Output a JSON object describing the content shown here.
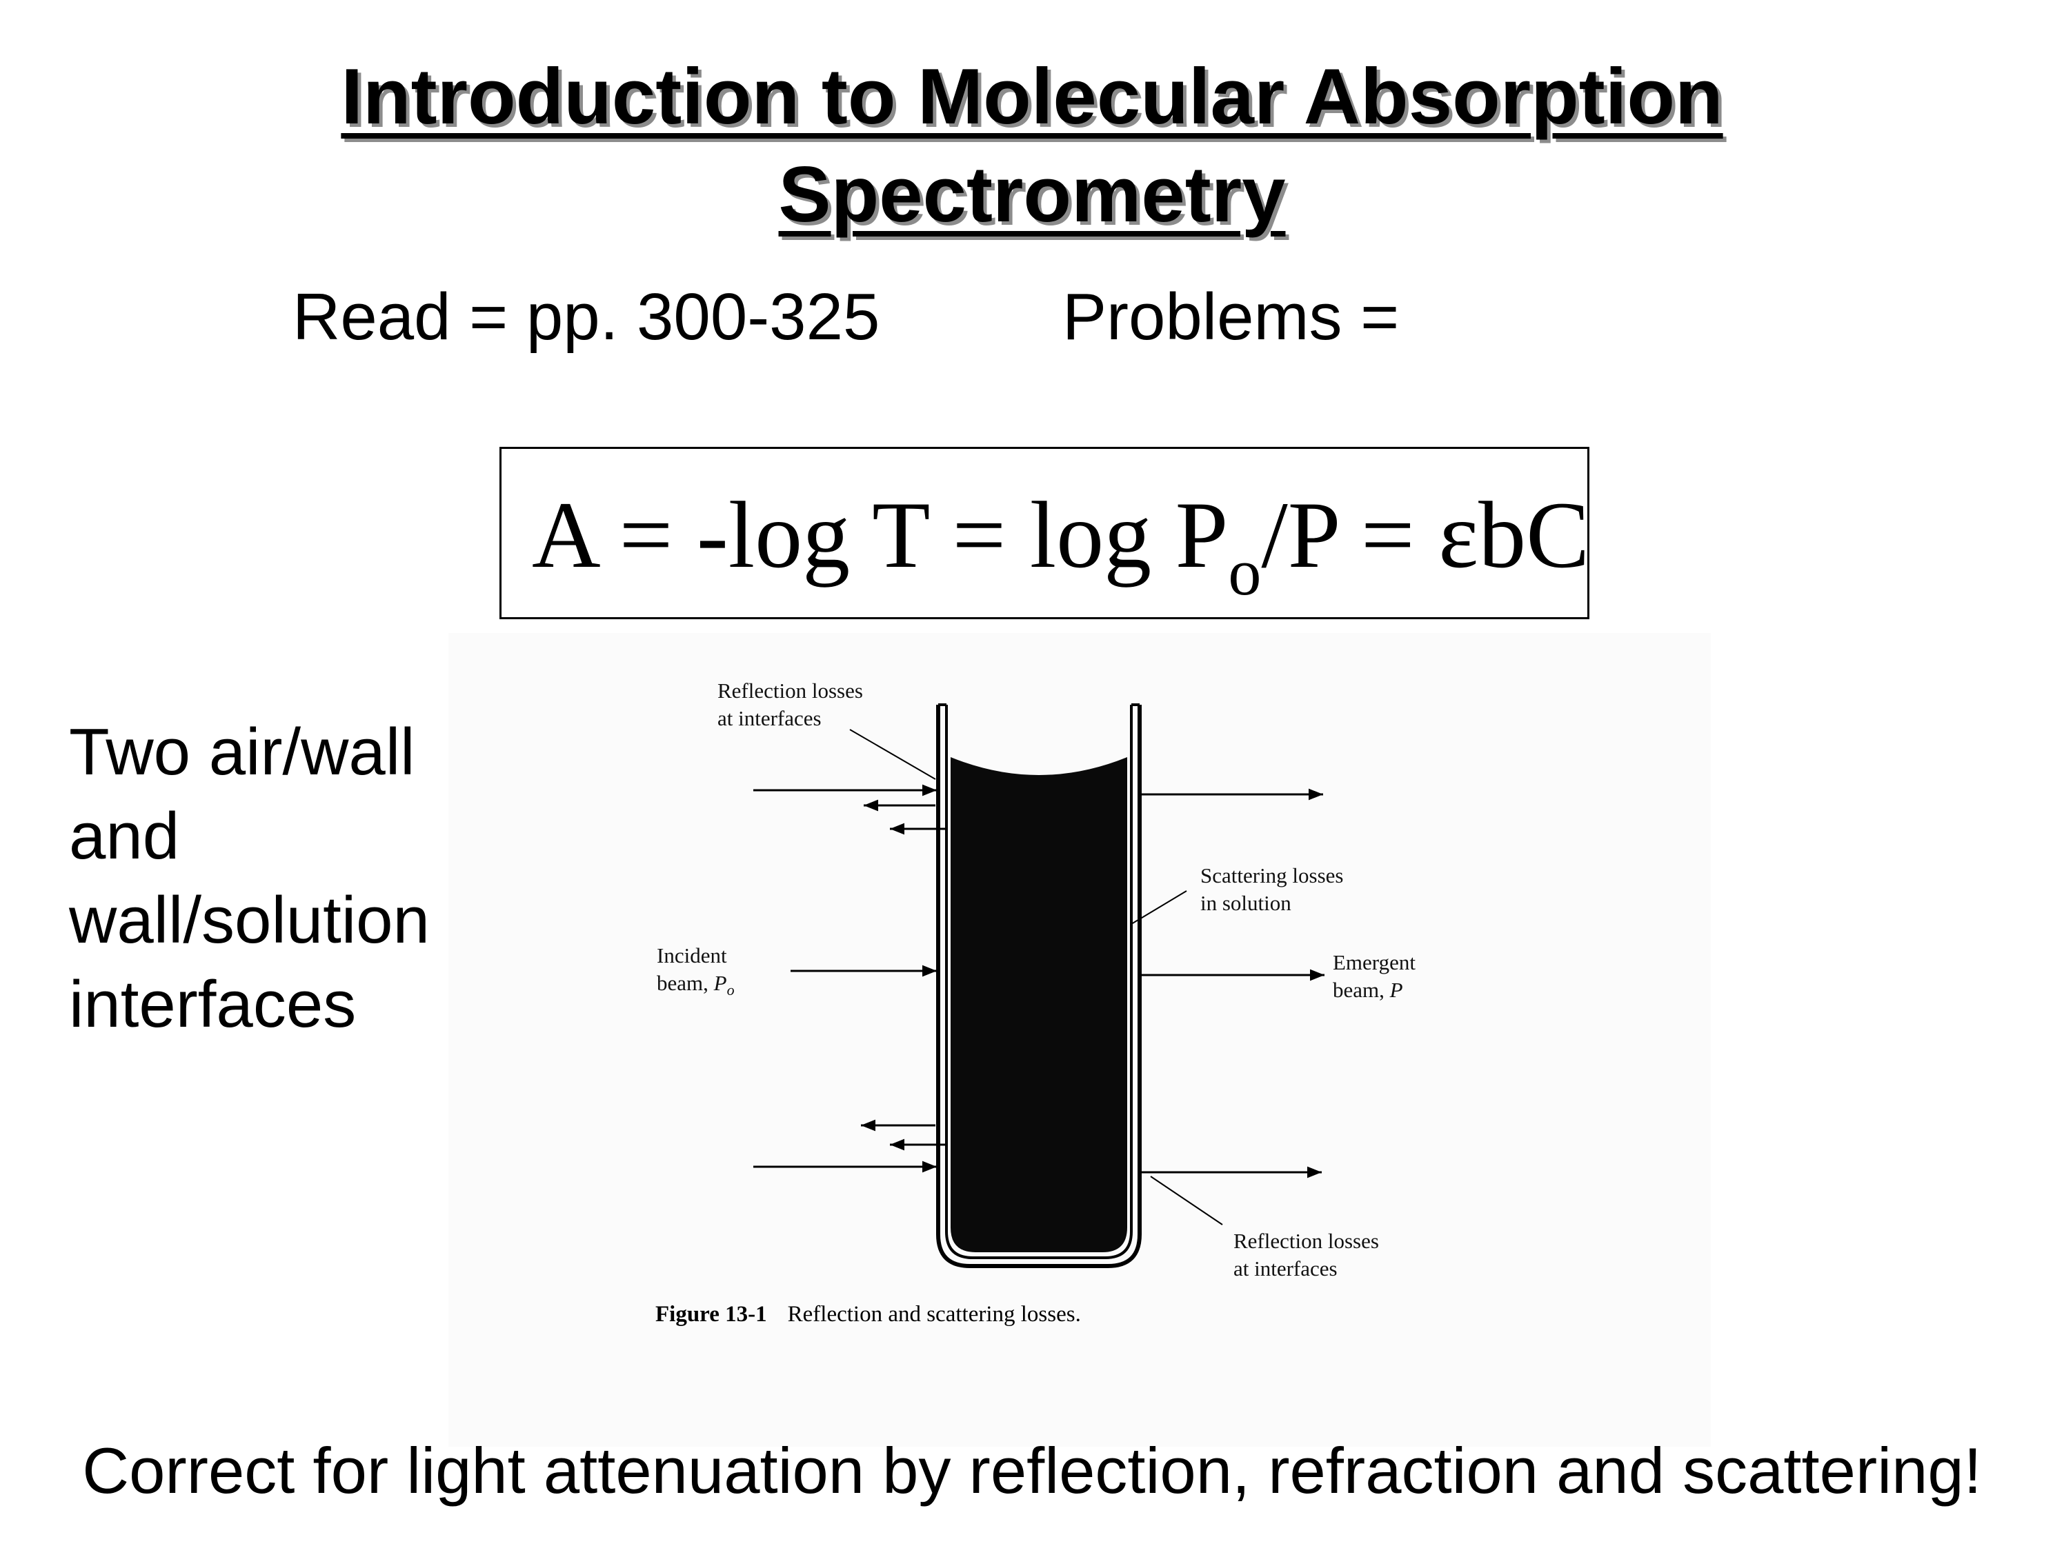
{
  "title": {
    "line1": "Introduction to Molecular Absorption",
    "line2": "Spectrometry"
  },
  "read_text": "Read = pp. 300-325",
  "problems_text": "Problems =",
  "formula": {
    "part1": "A = -log T = log P",
    "subscript": "o",
    "part2": "/P = εbC"
  },
  "side_text": {
    "line1": "Two air/wall",
    "line2": "and",
    "line3": "wall/solution",
    "line4": "interfaces"
  },
  "figure": {
    "reflection_top": {
      "line1": "Reflection losses",
      "line2": "at interfaces"
    },
    "scattering": {
      "line1": "Scattering losses",
      "line2": "in solution"
    },
    "incident": {
      "line1": "Incident",
      "line2": "beam, ",
      "symbol": "P",
      "sub": "o"
    },
    "emergent": {
      "line1": "Emergent",
      "line2": "beam, ",
      "symbol": "P"
    },
    "reflection_bottom": {
      "line1": "Reflection losses",
      "line2": "at interfaces"
    },
    "caption_number": "Figure 13-1",
    "caption_text": "Reflection and scattering losses."
  },
  "bottom_text": "Correct for light attenuation by reflection, refraction and scattering!"
}
